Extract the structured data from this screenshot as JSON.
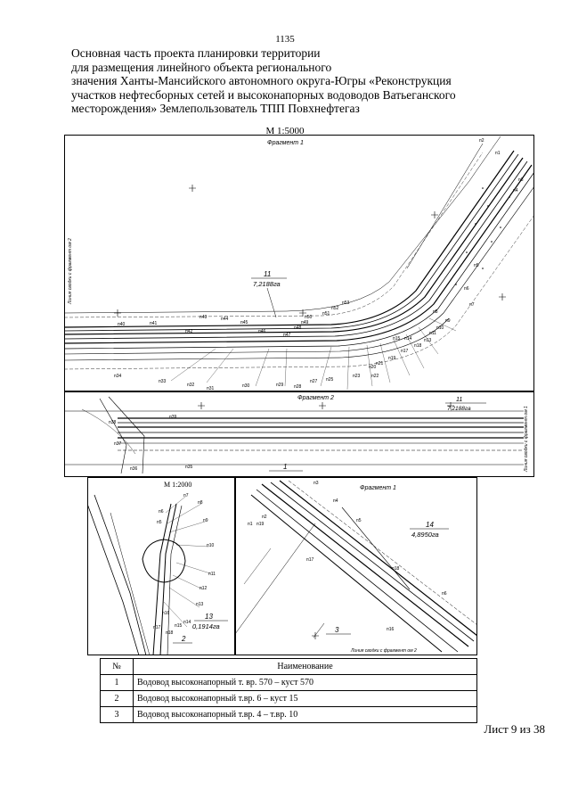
{
  "page_number": "1135",
  "title_lines": [
    "Основная часть проекта планировки территории",
    "для размещения линейного объекта регионального",
    "значения Ханты-Мансийского автономного округа-Югры «Реконструкция",
    "участков нефтесборных сетей и высоконапорных водоводов Ватьеганского",
    "месторождения» Землепользователь ТПП Повхнефтегаз"
  ],
  "scale_main": "М 1:5000",
  "scale_inset": "М 1:2000",
  "fragments": {
    "f1": "Фрагмент 1",
    "f2": "Фрагмент 2",
    "f1_inset": "Фрагмент 1"
  },
  "tie_lines": {
    "to_sheet2": "Линия сводки с фрагмент ом 2",
    "to_sheet1": "Линия сводки с фрагмент ом 1"
  },
  "plots": {
    "p11_number": "11",
    "p11_area": "7,2188га",
    "p13_number": "13",
    "p13_area": "0,1914га",
    "p14_number": "14",
    "p14_area": "4,8950га"
  },
  "callouts": {
    "c1": "1",
    "c2": "2",
    "c3": "3"
  },
  "point_labels_main": [
    "п1",
    "п2",
    "п3",
    "п4",
    "п5",
    "п6",
    "п7",
    "п8",
    "п9",
    "п10",
    "п11",
    "п12",
    "п13",
    "п14",
    "п15",
    "п16",
    "п17",
    "п18",
    "п19",
    "п20",
    "п21",
    "п22",
    "п23",
    "п24",
    "п25",
    "п26",
    "п27",
    "п28",
    "п29",
    "п30",
    "п31",
    "п32",
    "п33",
    "п34",
    "п35",
    "п36",
    "п37",
    "п38",
    "п39",
    "п40",
    "п41",
    "п42",
    "п43",
    "п44",
    "п45",
    "п46",
    "п47",
    "п48",
    "п49",
    "п50",
    "п51",
    "п52",
    "п53"
  ],
  "point_labels_frag2": [
    "п35",
    "п36",
    "п37",
    "п38",
    "п39"
  ],
  "point_labels_inset_left": [
    "п7",
    "п8",
    "п6",
    "п9",
    "п5",
    "п10",
    "п11",
    "п12",
    "п13",
    "п14",
    "п15",
    "п16",
    "п17",
    "п18"
  ],
  "point_labels_inset_right": [
    "п3",
    "п4",
    "п2",
    "п1",
    "п19",
    "п5",
    "п17",
    "п18",
    "п16",
    "п6"
  ],
  "table": {
    "col_num": "№",
    "col_name": "Наименование",
    "rows": [
      {
        "num": "1",
        "name": "Водовод высоконапорный т. вр. 570 – куст 570"
      },
      {
        "num": "2",
        "name": "Водовод высоконапорный т.вр. 6 – куст 15"
      },
      {
        "num": "3",
        "name": "Водовод высоконапорный т.вр. 4 – т.вр. 10"
      }
    ]
  },
  "sheet_footer": "Лист 9 из 38"
}
